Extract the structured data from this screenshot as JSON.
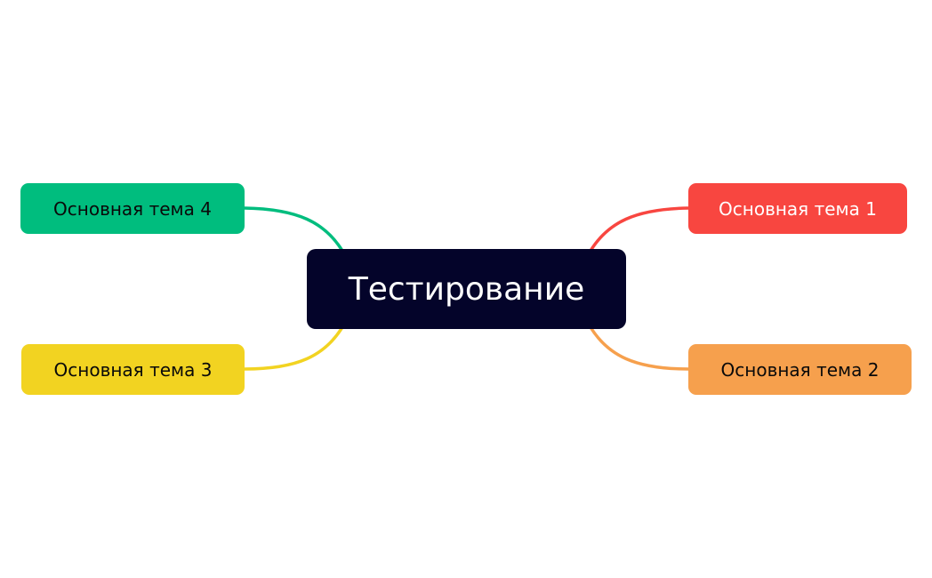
{
  "mindmap": {
    "central": {
      "label": "Тестирование",
      "color": "#04042a",
      "text_color": "#ffffff"
    },
    "topics": [
      {
        "id": 1,
        "label": "Основная тема 1",
        "color": "#f84640",
        "text_color": "#ffffff",
        "side": "right",
        "position": "top"
      },
      {
        "id": 2,
        "label": "Основная тема 2",
        "color": "#f6a04d",
        "text_color": "#0a0a0a",
        "side": "right",
        "position": "bottom"
      },
      {
        "id": 3,
        "label": "Основная тема 3",
        "color": "#f2d321",
        "text_color": "#0a0a0a",
        "side": "left",
        "position": "bottom"
      },
      {
        "id": 4,
        "label": "Основная тема 4",
        "color": "#00bd7e",
        "text_color": "#0a0a0a",
        "side": "left",
        "position": "top"
      }
    ]
  }
}
